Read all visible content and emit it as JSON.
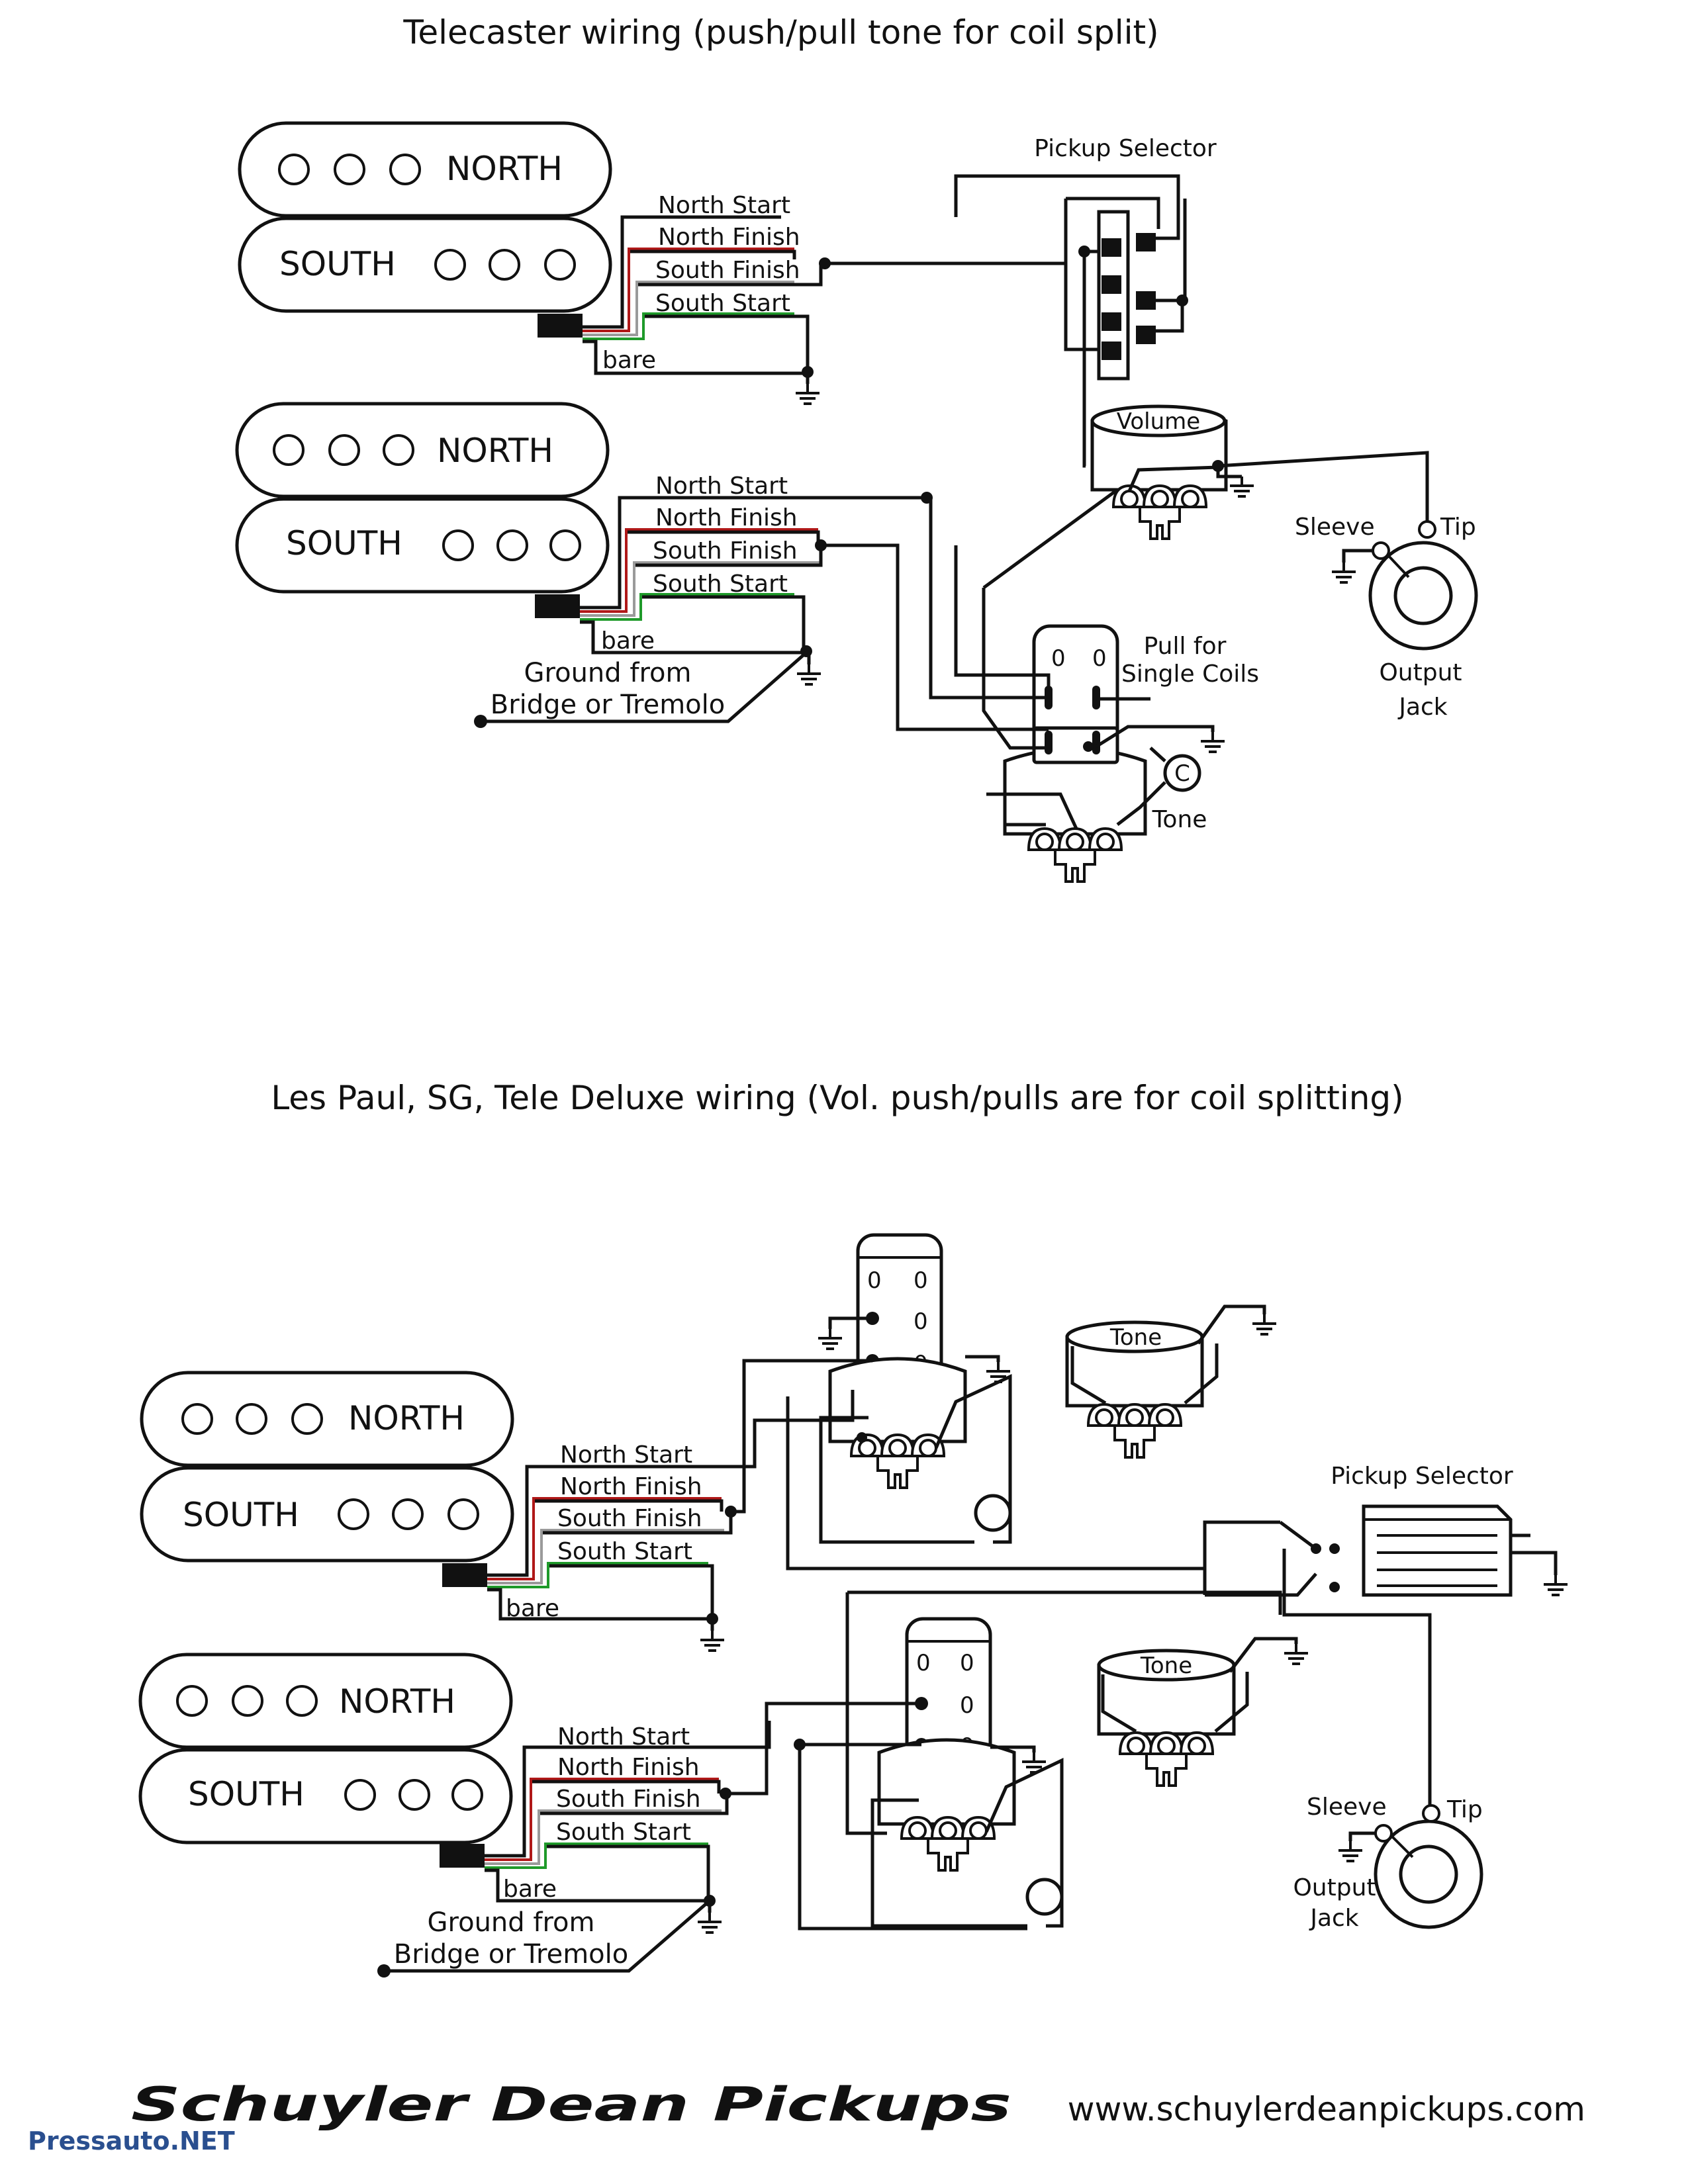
{
  "titles": {
    "top": "Telecaster wiring (push/pull tone for coil split)",
    "bottom": "Les Paul, SG, Tele Deluxe wiring (Vol. push/pulls are for coil splitting)"
  },
  "pickup": {
    "north": "NORTH",
    "south": "SOUTH",
    "wires": {
      "north_start": "North Start",
      "north_finish": "North Finish",
      "south_finish": "South Finish",
      "south_start": "South Start",
      "bare": "bare"
    }
  },
  "top_diagram": {
    "pickup_selector": "Pickup Selector",
    "volume": "Volume",
    "tone": "Tone",
    "pull_line1": "Pull for",
    "pull_line2": "Single Coils",
    "cap": "C",
    "sleeve": "Sleeve",
    "tip": "Tip",
    "output_line1": "Output",
    "output_line2": "Jack",
    "ground_line1": "Ground from",
    "ground_line2": "Bridge or Tremolo"
  },
  "bottom_diagram": {
    "pickup_selector": "Pickup Selector",
    "tone": "Tone",
    "sleeve": "Sleeve",
    "tip": "Tip",
    "output_line1": "Output",
    "output_line2": "Jack",
    "ground_line1": "Ground from",
    "ground_line2": "Bridge or Tremolo"
  },
  "footer": {
    "brand": "Schuyler Dean Pickups",
    "url": "www.schuylerdeanpickups.com",
    "watermark": "Pressauto.NET"
  },
  "colors": {
    "wire": "#111111",
    "north_finish_wire": "#b01818",
    "south_start_wire": "#1f9a2a",
    "south_finish_wire": "#9a9a9a",
    "background": "#ffffff"
  }
}
